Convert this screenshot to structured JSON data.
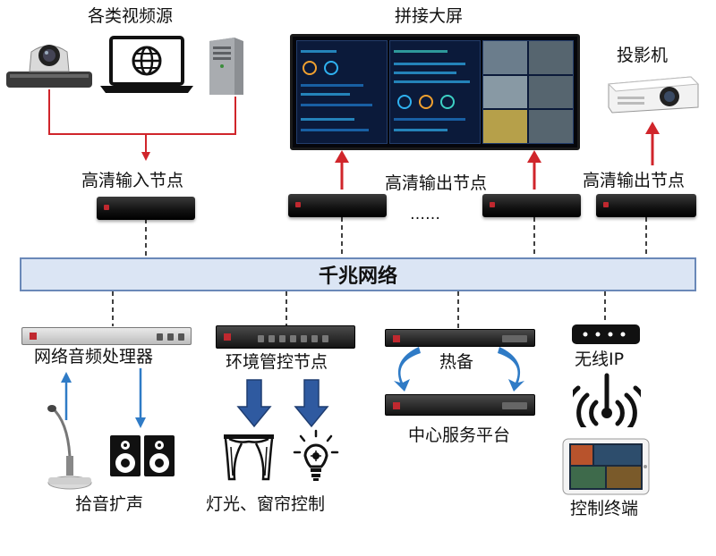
{
  "labels": {
    "video_sources": "各类视频源",
    "video_wall": "拼接大屏",
    "projector": "投影机",
    "hd_input_node": "高清输入节点",
    "hd_output_node_1": "高清输出节点",
    "ellipsis": "……",
    "hd_output_node_2": "高清输出节点",
    "gigabit_network": "千兆网络",
    "audio_processor": "网络音频处理器",
    "env_control_node": "环境管控节点",
    "hot_standby": "热备",
    "wireless_ip": "无线IP",
    "central_server": "中心服务平台",
    "pickup_speaker": "拾音扩声",
    "light_curtain_control": "灯光、窗帘控制",
    "control_terminal": "控制终端"
  },
  "colors": {
    "network_fill": "#dbe5f4",
    "network_border": "#6a88b8",
    "input_line": "#d0252b",
    "output_arrow": "#d0252b",
    "audio_arrow": "#2f7bc6",
    "control_arrow": "#2f5aa0"
  },
  "icons": [
    "camera-icon",
    "laptop-globe-icon",
    "server-tower-icon",
    "projector-icon",
    "microphone-icon",
    "speaker-icon",
    "curtain-icon",
    "lightbulb-icon",
    "router-icon",
    "wifi-icon",
    "tablet-icon"
  ]
}
